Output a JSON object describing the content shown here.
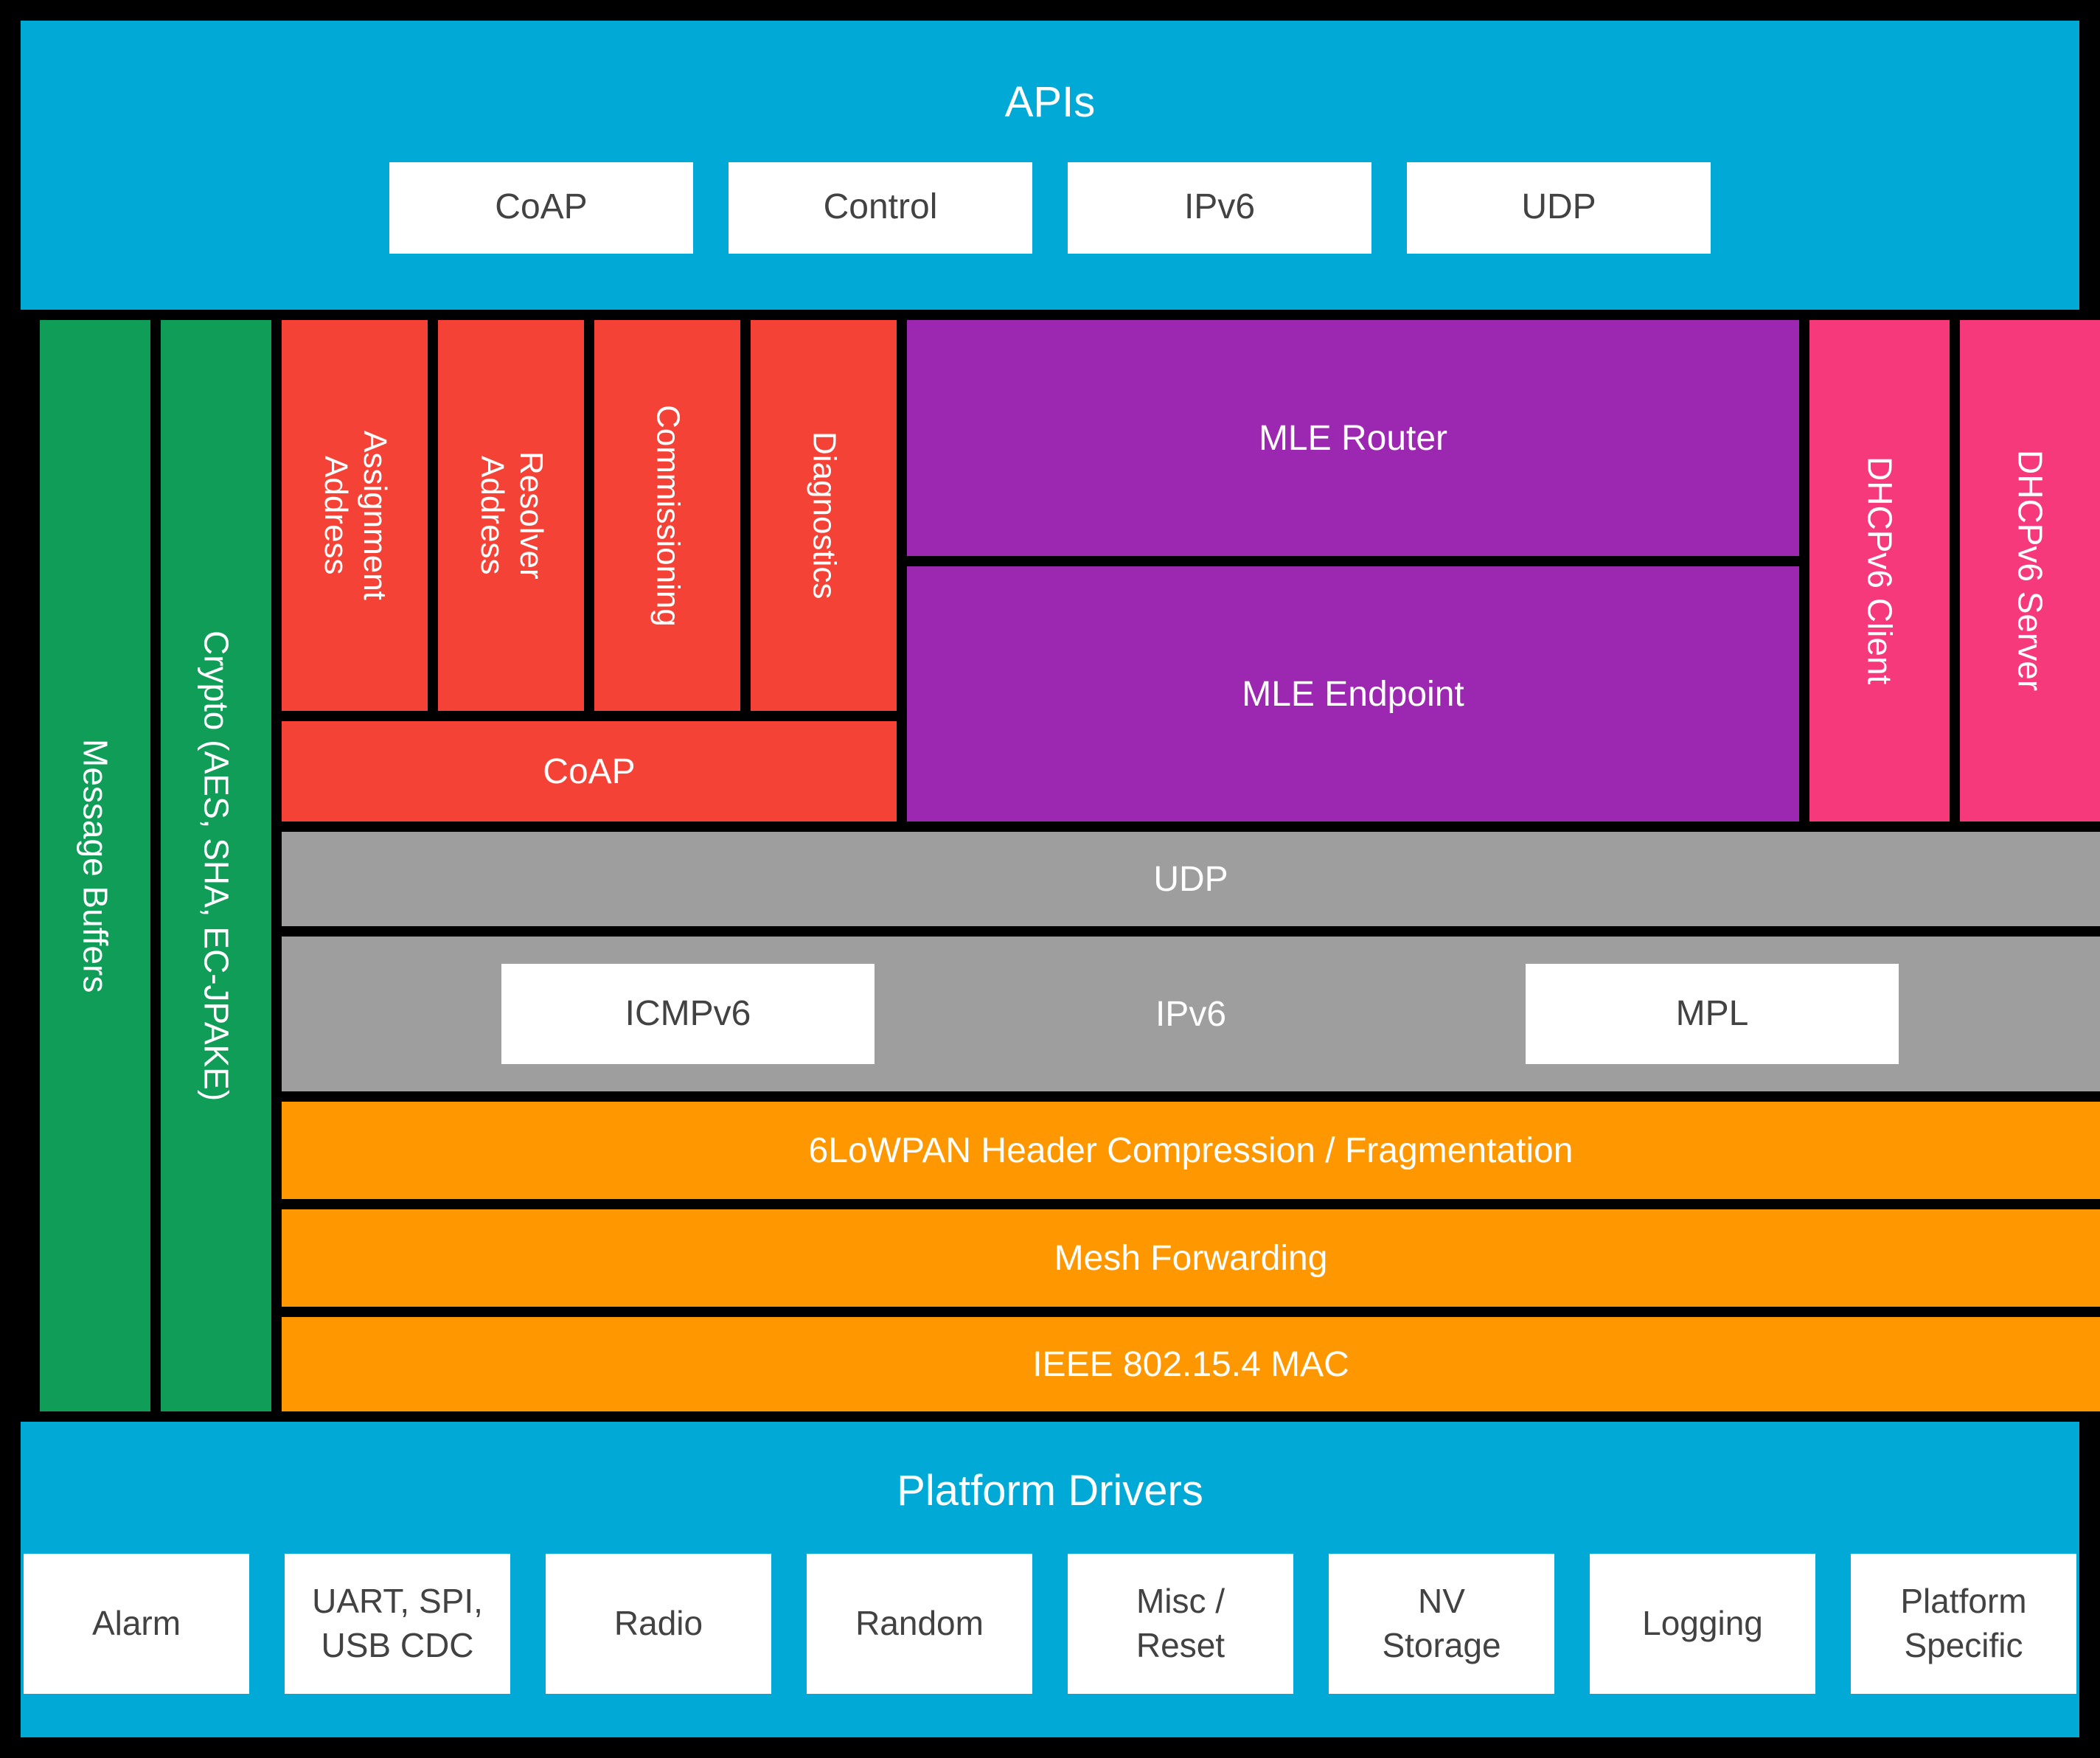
{
  "colors": {
    "background": "#000000",
    "cyan": "#00A9D6",
    "green": "#0F9D58",
    "red": "#F44336",
    "purple": "#9C27B0",
    "pink": "#F5397B",
    "gray": "#9E9E9E",
    "orange": "#FF9800",
    "white_box": "#FFFFFF",
    "box_text": "#424242",
    "label_text": "#FFFFFF"
  },
  "api_band": {
    "title": "APIs",
    "boxes": [
      "CoAP",
      "Control",
      "IPv6",
      "UDP"
    ]
  },
  "side": {
    "message_buffers": "Message Buffers",
    "crypto": "Crypto (AES, SHA, EC-JPAKE)"
  },
  "core": {
    "red_columns": [
      "Address\nAssignment",
      "Address\nResolver",
      "Commissioning",
      "Diagnostics"
    ],
    "coap_bar": "CoAP",
    "mle": [
      "MLE Router",
      "MLE Endpoint"
    ],
    "dhcp": [
      "DHCPv6 Client",
      "DHCPv6 Server"
    ],
    "udp_bar": "UDP",
    "ipv6_band": {
      "label": "IPv6",
      "left_box": "ICMPv6",
      "right_box": "MPL"
    },
    "orange_bars": [
      "6LoWPAN Header Compression / Fragmentation",
      "Mesh Forwarding",
      "IEEE 802.15.4 MAC"
    ]
  },
  "platform_band": {
    "title": "Platform Drivers",
    "boxes": [
      "Alarm",
      "UART, SPI,\nUSB CDC",
      "Radio",
      "Random",
      "Misc /\nReset",
      "NV\nStorage",
      "Logging",
      "Platform\nSpecific"
    ]
  }
}
